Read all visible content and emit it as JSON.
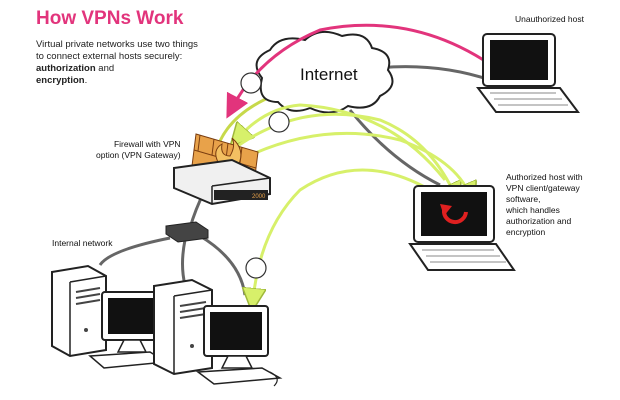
{
  "title": "How VPNs Work",
  "description": {
    "line1": "Virtual private networks use two things",
    "line2": "to connect external hosts securely:",
    "bold1": "authorization",
    "and": " and",
    "bold2": "encryption",
    "period": "."
  },
  "labels": {
    "internet": "Internet",
    "unauthorized_host": "Unauthorized host",
    "firewall": [
      "Firewall with VPN",
      "option (VPN Gateway)"
    ],
    "internal_network": "Internal network",
    "authorized_host": [
      "Authorized host with",
      "VPN client/gateway",
      "software,",
      "which handles",
      "authorization and",
      "encryption"
    ],
    "device_tag": "2000"
  },
  "colors": {
    "title": "#e2347c",
    "rejected_path": "#e2347c",
    "vpn_path": "#d7f06a",
    "firewall_brick": "#e8a24a",
    "screen": "#111111",
    "vpn_logo": "#e02020"
  }
}
